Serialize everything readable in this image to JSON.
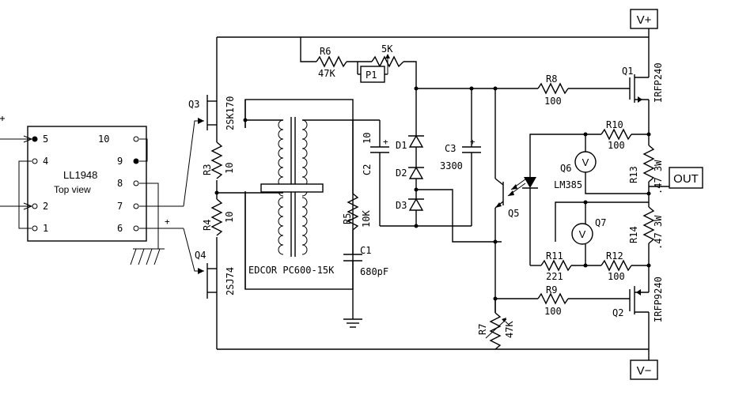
{
  "rails": {
    "positive": "V+",
    "negative": "V−",
    "output": "OUT"
  },
  "ll1948": {
    "title": "LL1948",
    "subtitle": "Top view",
    "pins": [
      "5",
      "4",
      "2",
      "1",
      "10",
      "9",
      "8",
      "7",
      "6"
    ]
  },
  "transistors": {
    "q1": {
      "ref": "Q1",
      "part": "IRFP240"
    },
    "q2": {
      "ref": "Q2",
      "part": "IRFP9240"
    },
    "q3": {
      "ref": "Q3",
      "part": "2SK170"
    },
    "q4": {
      "ref": "Q4",
      "part": "2SJ74"
    },
    "q5": {
      "ref": "Q5"
    },
    "q6": {
      "ref": "Q6",
      "part": "LM385"
    },
    "q7": {
      "ref": "Q7"
    }
  },
  "resistors": {
    "r3": {
      "ref": "R3",
      "value": "10"
    },
    "r4": {
      "ref": "R4",
      "value": "10"
    },
    "r5": {
      "ref": "R5",
      "value": "10K"
    },
    "r6": {
      "ref": "R6",
      "value": "47K"
    },
    "r7": {
      "ref": "R7",
      "value": "47K"
    },
    "r8": {
      "ref": "R8",
      "value": "100"
    },
    "r9": {
      "ref": "R9",
      "value": "100"
    },
    "r10": {
      "ref": "R10",
      "value": "100"
    },
    "r11": {
      "ref": "R11",
      "value": "221"
    },
    "r12": {
      "ref": "R12",
      "value": "100"
    },
    "r13": {
      "ref": "R13",
      "value": ".47 3W"
    },
    "r14": {
      "ref": "R14",
      "value": ".47 3W"
    }
  },
  "potentiometer": {
    "ref": "P1",
    "value": "5K"
  },
  "capacitors": {
    "c1": {
      "ref": "C1",
      "value": "680pF"
    },
    "c2": {
      "ref": "C2",
      "value": "10"
    },
    "c3": {
      "ref": "C3",
      "value": "3300"
    }
  },
  "diodes": {
    "d1": "D1",
    "d2": "D2",
    "d3": "D3"
  },
  "transformer": {
    "label": "EDCOR PC600-15K"
  },
  "voltmeter_symbol": "V"
}
